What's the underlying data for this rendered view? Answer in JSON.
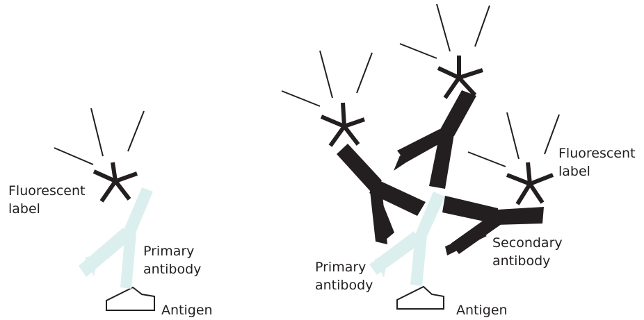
{
  "colors": {
    "primary_antibody": "#dcefef",
    "secondary_antibody": "#231f20",
    "fluorescent_label": "#231f20",
    "emission_rays": "#231f20",
    "antigen_outline": "#231f20",
    "text": "#231f20"
  },
  "left_panel": {
    "label_fluorescent_line1": "Fluorescent",
    "label_fluorescent_line2": "label",
    "label_primary_line1": "Primary",
    "label_primary_line2": "antibody",
    "label_antigen": "Antigen"
  },
  "right_panel": {
    "label_fluorescent_line1": "Fluorescent",
    "label_fluorescent_line2": "label",
    "label_secondary_line1": "Secondary",
    "label_secondary_line2": "antibody",
    "label_primary_line1": "Primary",
    "label_primary_line2": "antibody",
    "label_antigen": "Antigen"
  }
}
